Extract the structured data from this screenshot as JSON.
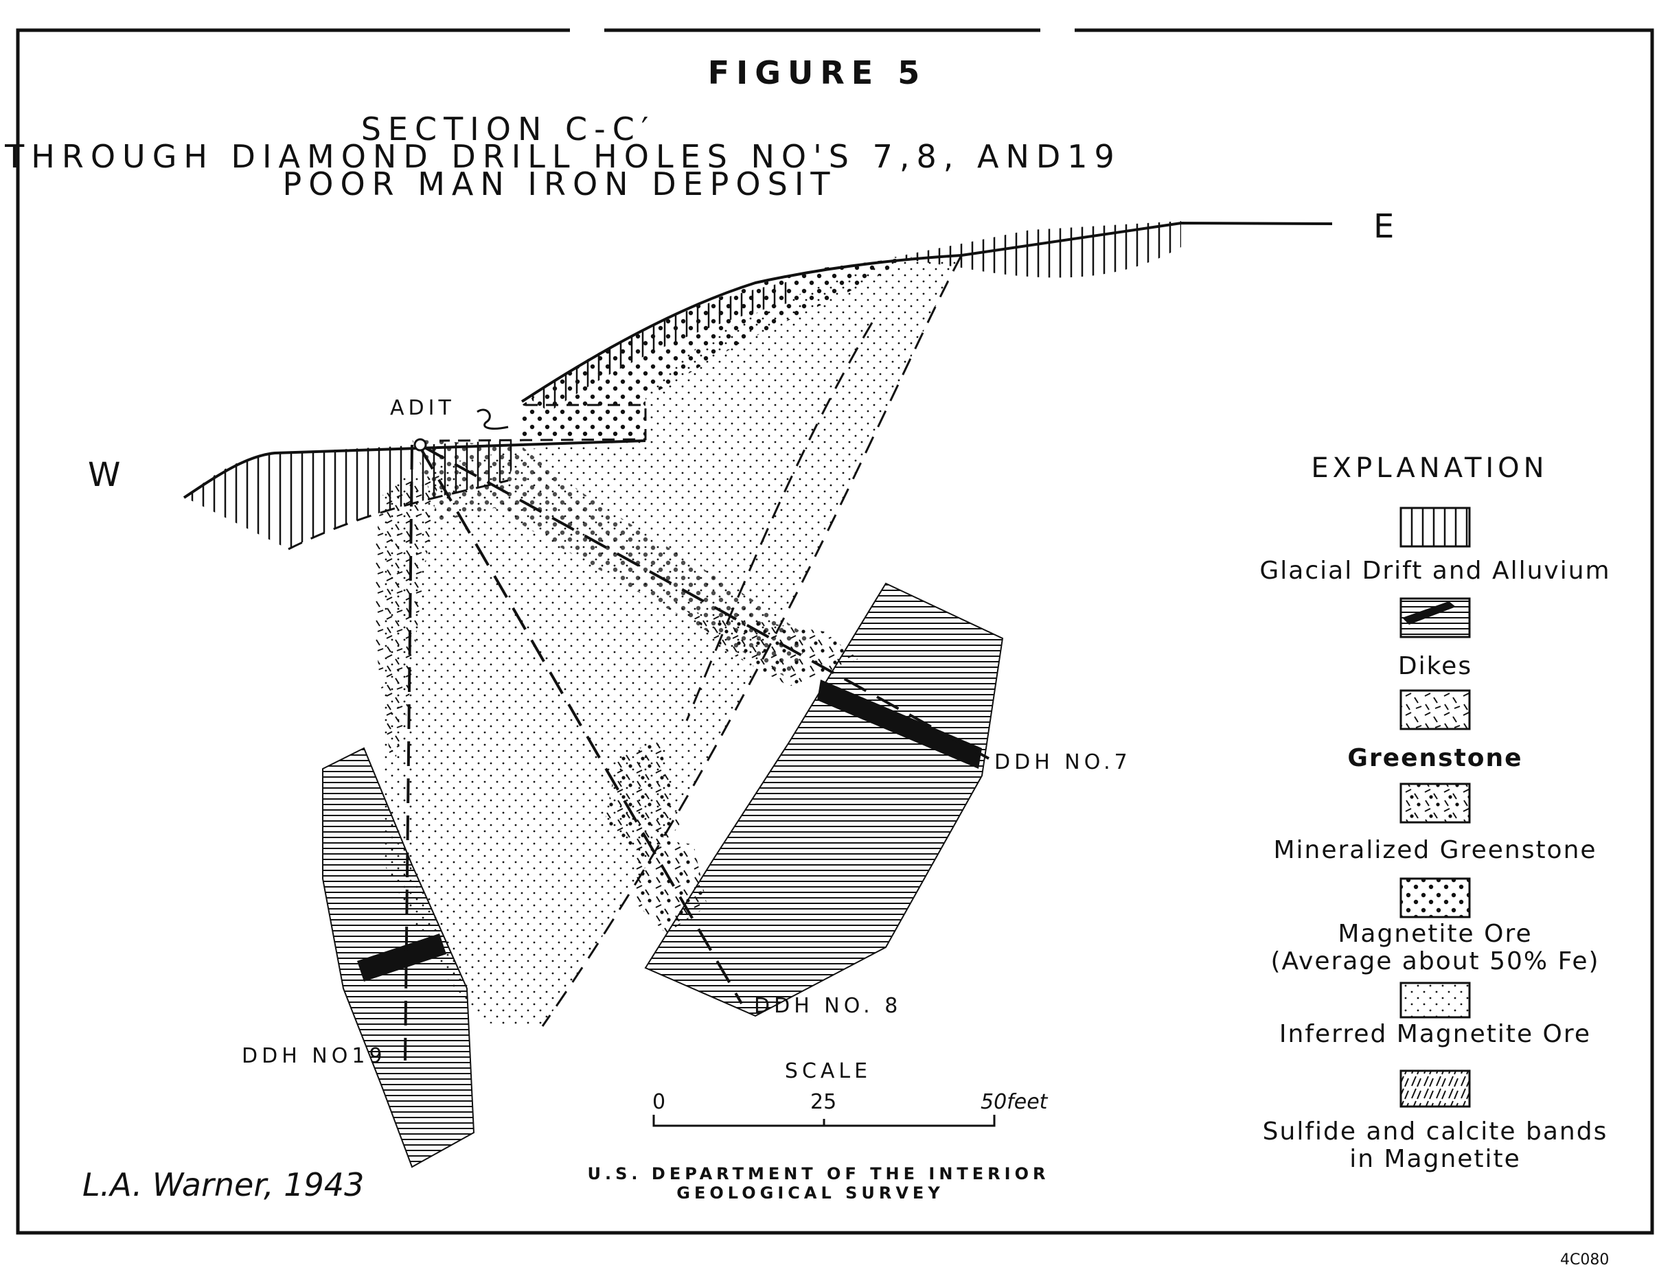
{
  "figure": {
    "number": "FIGURE 5",
    "title_lines": [
      "SECTION C-C′",
      "THROUGH DIAMOND DRILL HOLES NO'S 7,8, AND19",
      "POOR MAN IRON DEPOSIT"
    ]
  },
  "directions": {
    "west": "W",
    "east": "E"
  },
  "labels": {
    "adit": "ADIT",
    "ddh7": "DDH NO.7",
    "ddh8": "DDH NO. 8",
    "ddh19": "DDH NO19"
  },
  "legend": {
    "title": "EXPLANATION",
    "items": [
      {
        "label_lines": [
          "Glacial Drift and Alluvium"
        ],
        "pattern": "vertical-hatch"
      },
      {
        "label_lines": [
          "Dikes"
        ],
        "pattern": "dike-hatch"
      },
      {
        "label_lines": [
          "Greenstone"
        ],
        "pattern": "dashes"
      },
      {
        "label_lines": [
          "Mineralized Greenstone"
        ],
        "pattern": "dashes-dots"
      },
      {
        "label_lines": [
          "Magnetite Ore",
          "(Average about 50% Fe)"
        ],
        "pattern": "coarse-dots"
      },
      {
        "label_lines": [
          "Inferred Magnetite Ore"
        ],
        "pattern": "fine-dots"
      },
      {
        "label_lines": [
          "Sulfide and calcite bands",
          "in Magnetite"
        ],
        "pattern": "slashes"
      }
    ]
  },
  "scale": {
    "title": "SCALE",
    "ticks": [
      "0",
      "25",
      "50feet"
    ]
  },
  "credits": {
    "author": "L.A. Warner, 1943",
    "agency_lines": [
      "U.S. DEPARTMENT OF THE INTERIOR",
      "GEOLOGICAL SURVEY"
    ],
    "code": "4C080"
  },
  "colors": {
    "ink": "#111111",
    "paper": "#ffffff"
  }
}
